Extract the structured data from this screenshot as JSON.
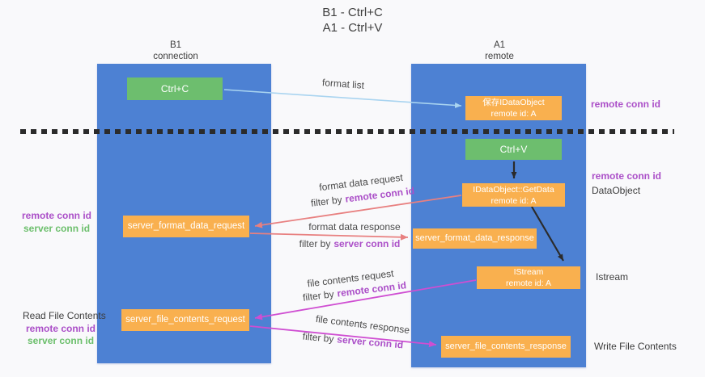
{
  "title": {
    "line1": "B1 - Ctrl+C",
    "line2": "A1 - Ctrl+V"
  },
  "lifelines": {
    "left": {
      "name": "B1",
      "role": "connection"
    },
    "right": {
      "name": "A1",
      "role": "remote"
    }
  },
  "boxes": {
    "ctrl_c": "Ctrl+C",
    "ctrl_v": "Ctrl+V",
    "save_idataobject": {
      "line1": "保存IDataObject",
      "line2": "remote id: A"
    },
    "idataobject_getdata": {
      "line1": "IDataObject::GetData",
      "line2": "remote id: A"
    },
    "istream": {
      "line1": "IStream",
      "line2": "remote id: A"
    },
    "server_format_data_request": "server_format_data_request",
    "server_format_data_response": "server_format_data_response",
    "server_file_contents_request": "server_file_contents_request",
    "server_file_contents_response": "server_file_contents_response"
  },
  "side_labels": {
    "remote_conn_id": "remote conn id",
    "server_conn_id": "server conn id",
    "dataobject": "DataObject",
    "istream": "Istream",
    "read_file_contents": "Read File Contents",
    "write_file_contents": "Write File Contents"
  },
  "arrow_labels": {
    "format_list": "format list",
    "format_data_request": "format data request",
    "format_data_response": "format data response",
    "file_contents_request": "file contents request",
    "file_contents_response": "file contents response",
    "filter_by": "filter by",
    "remote_conn_id": "remote conn id",
    "server_conn_id": "server conn id"
  },
  "colors": {
    "page-bg": "#f9f9fb",
    "lifeline-blue": "#4d81d3",
    "box-green": "#6dbe6e",
    "box-orange": "#f9b04f",
    "label-purple": "#ab4fc8",
    "label-green": "#6cbf6c",
    "text-dark": "#3d3d3d",
    "arrow-blue": "#a9d4f0",
    "arrow-black": "#2b2b2b",
    "arrow-salmon": "#e88080",
    "arrow-magenta": "#cf4ed2",
    "dash-black": "#2b2b2b"
  }
}
